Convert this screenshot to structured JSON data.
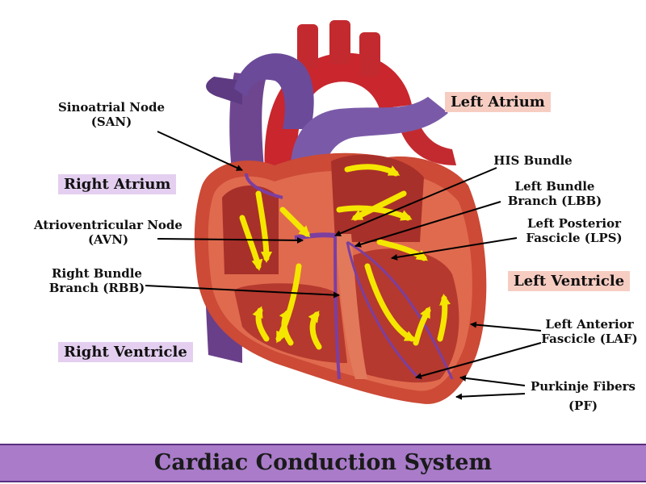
{
  "labels": {
    "san": [
      "Sinoatrial Node",
      "(SAN)"
    ],
    "his": [
      "HIS Bundle"
    ],
    "lbb": [
      "Left Bundle",
      "Branch (LBB)"
    ],
    "avn": [
      "Atrioventricular Node",
      "(AVN)"
    ],
    "lps": [
      "Left Posterior",
      "Fascicle (LPS)"
    ],
    "rbb": [
      "Right Bundle",
      "Branch (RBB)"
    ],
    "laf": [
      "Left Anterior",
      "Fascicle (LAF)"
    ],
    "pf": [
      "Purkinje Fibers",
      "(PF)"
    ]
  },
  "chambers": {
    "right_atrium": "Right Atrium",
    "left_atrium": "Left Atrium",
    "left_ventricle": "Left Ventricle",
    "right_ventricle": "Right Ventricle"
  },
  "title": "Cardiac Conduction System",
  "colors": {
    "banner": "#a97bc9",
    "chamber_highlight_purple": "#e4cff0",
    "chamber_highlight_pink": "#f7cdc2",
    "arrow_yellow": "#f5e600"
  }
}
